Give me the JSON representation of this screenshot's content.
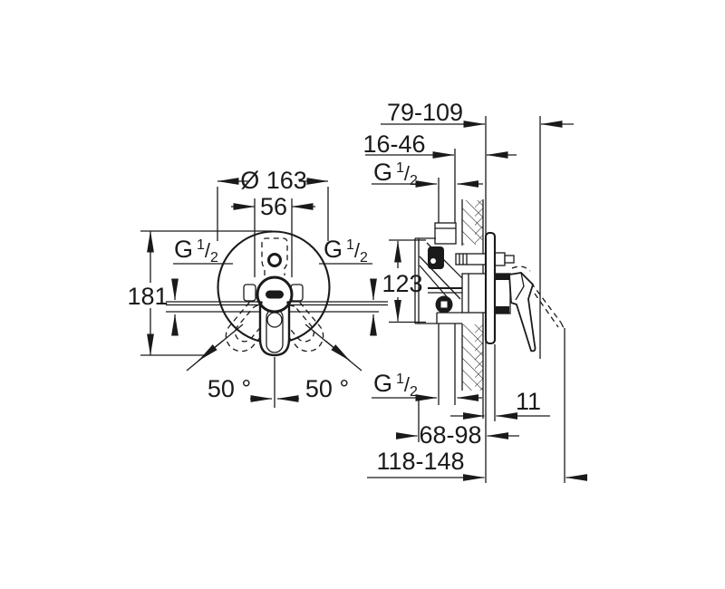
{
  "colors": {
    "line": "#1a1a1a",
    "background": "#ffffff"
  },
  "g_half": {
    "g": "G",
    "sup": "1",
    "slash": "/",
    "sub": "2"
  },
  "front_view": {
    "diameter": "Ø 163",
    "spacing": "56",
    "height": "181",
    "swing_left": "50 °",
    "swing_right": "50 °"
  },
  "side_view": {
    "depth_total": "79-109",
    "depth_finish": "16-46",
    "ports_span": "123",
    "escutcheon": "11",
    "depth_body": "68-98",
    "handle_reach": "118-148"
  }
}
